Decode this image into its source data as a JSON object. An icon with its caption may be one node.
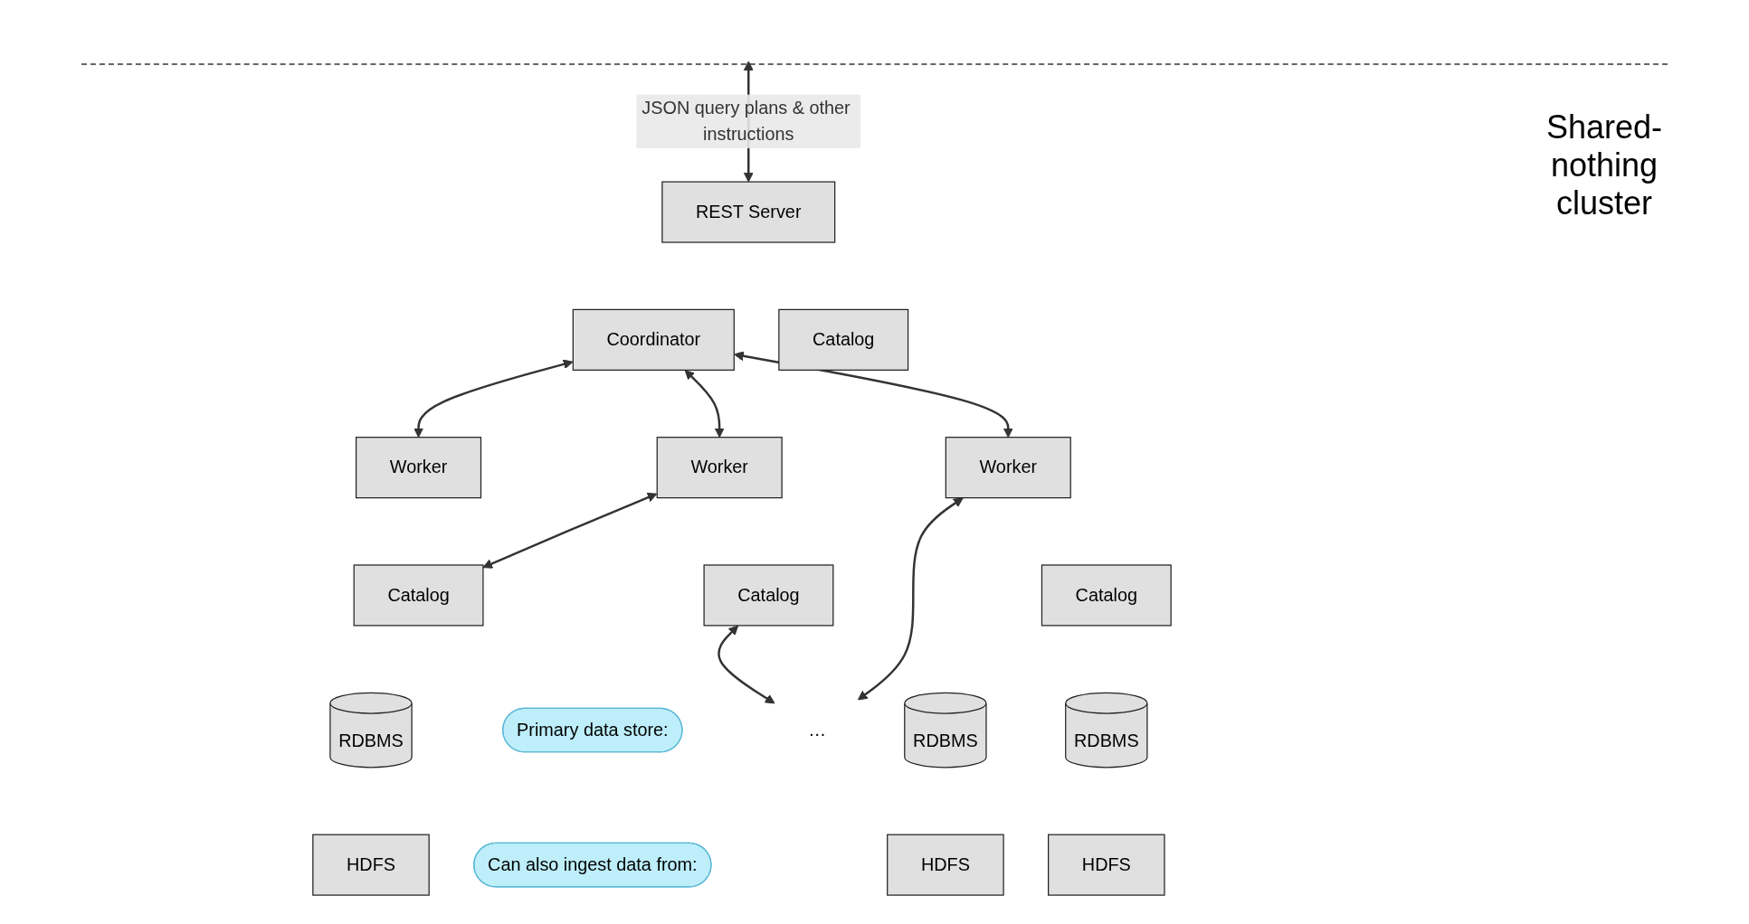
{
  "diagram": {
    "nodes": [
      {
        "text": [
          "REST Server"
        ]
      },
      {
        "text": [
          "Coordinator"
        ]
      },
      {
        "text": [
          "Catalog"
        ]
      },
      {
        "text": [
          "Worker"
        ]
      },
      {
        "text": [
          "Catalog"
        ]
      },
      {
        "text": [
          "Worker"
        ]
      },
      {
        "text": [
          "Catalog"
        ]
      },
      {
        "text": [
          "…"
        ]
      },
      {
        "text": [
          "Worker"
        ]
      },
      {
        "text": [
          "Catalog"
        ]
      },
      {
        "text": [
          "Primary data store:"
        ]
      },
      {
        "text": [
          "RDBMS"
        ]
      },
      {
        "text": [
          "RDBMS"
        ]
      },
      {
        "text": [
          "RDBMS"
        ]
      },
      {
        "text": [
          "Can also ingest data from:"
        ]
      },
      {
        "text": [
          "HDFS"
        ]
      },
      {
        "text": [
          "HDFS"
        ]
      },
      {
        "text": [
          "HDFS"
        ]
      }
    ],
    "edges": [
      {
        "from": null,
        "to": 0,
        "arrow": "both",
        "label": "JSON query plans & other instructions"
      },
      {
        "from": 1,
        "to": 3,
        "arrow": "both"
      },
      {
        "from": 1,
        "to": 5,
        "arrow": "both"
      },
      {
        "from": 1,
        "to": 8,
        "arrow": "both"
      },
      {
        "from": 4,
        "to": 5,
        "arrow": "both"
      },
      {
        "from": 6,
        "to": 7,
        "arrow": "both"
      },
      {
        "from": 7,
        "to": 8,
        "arrow": "both"
      }
    ],
    "labels": [
      "Shared-nothing cluster"
    ]
  }
}
